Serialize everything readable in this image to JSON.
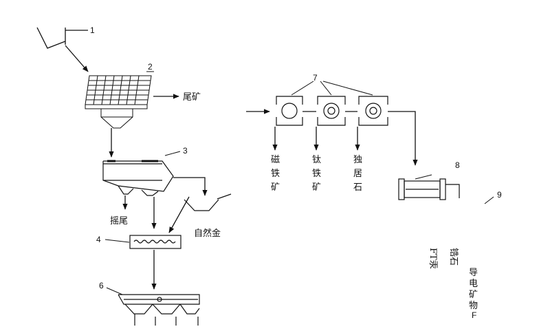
{
  "labels": {
    "n1": "1",
    "n2": "2",
    "n3": "3",
    "n4": "4",
    "n6": "6",
    "n7": "7",
    "n8": "8",
    "n9": "9",
    "tailings": "尾矿",
    "shaking_tailings": "摇尾",
    "native_gold": "自然金",
    "magnetite": [
      "磁",
      "铁",
      "矿"
    ],
    "ilmenite": [
      "钛",
      "铁",
      "矿"
    ],
    "monazite": [
      "独",
      "居",
      "石"
    ],
    "mercury": "FT汞",
    "zircon": "锆石",
    "conductive_minerals": [
      "导",
      "电",
      "矿",
      "物",
      "F"
    ]
  }
}
